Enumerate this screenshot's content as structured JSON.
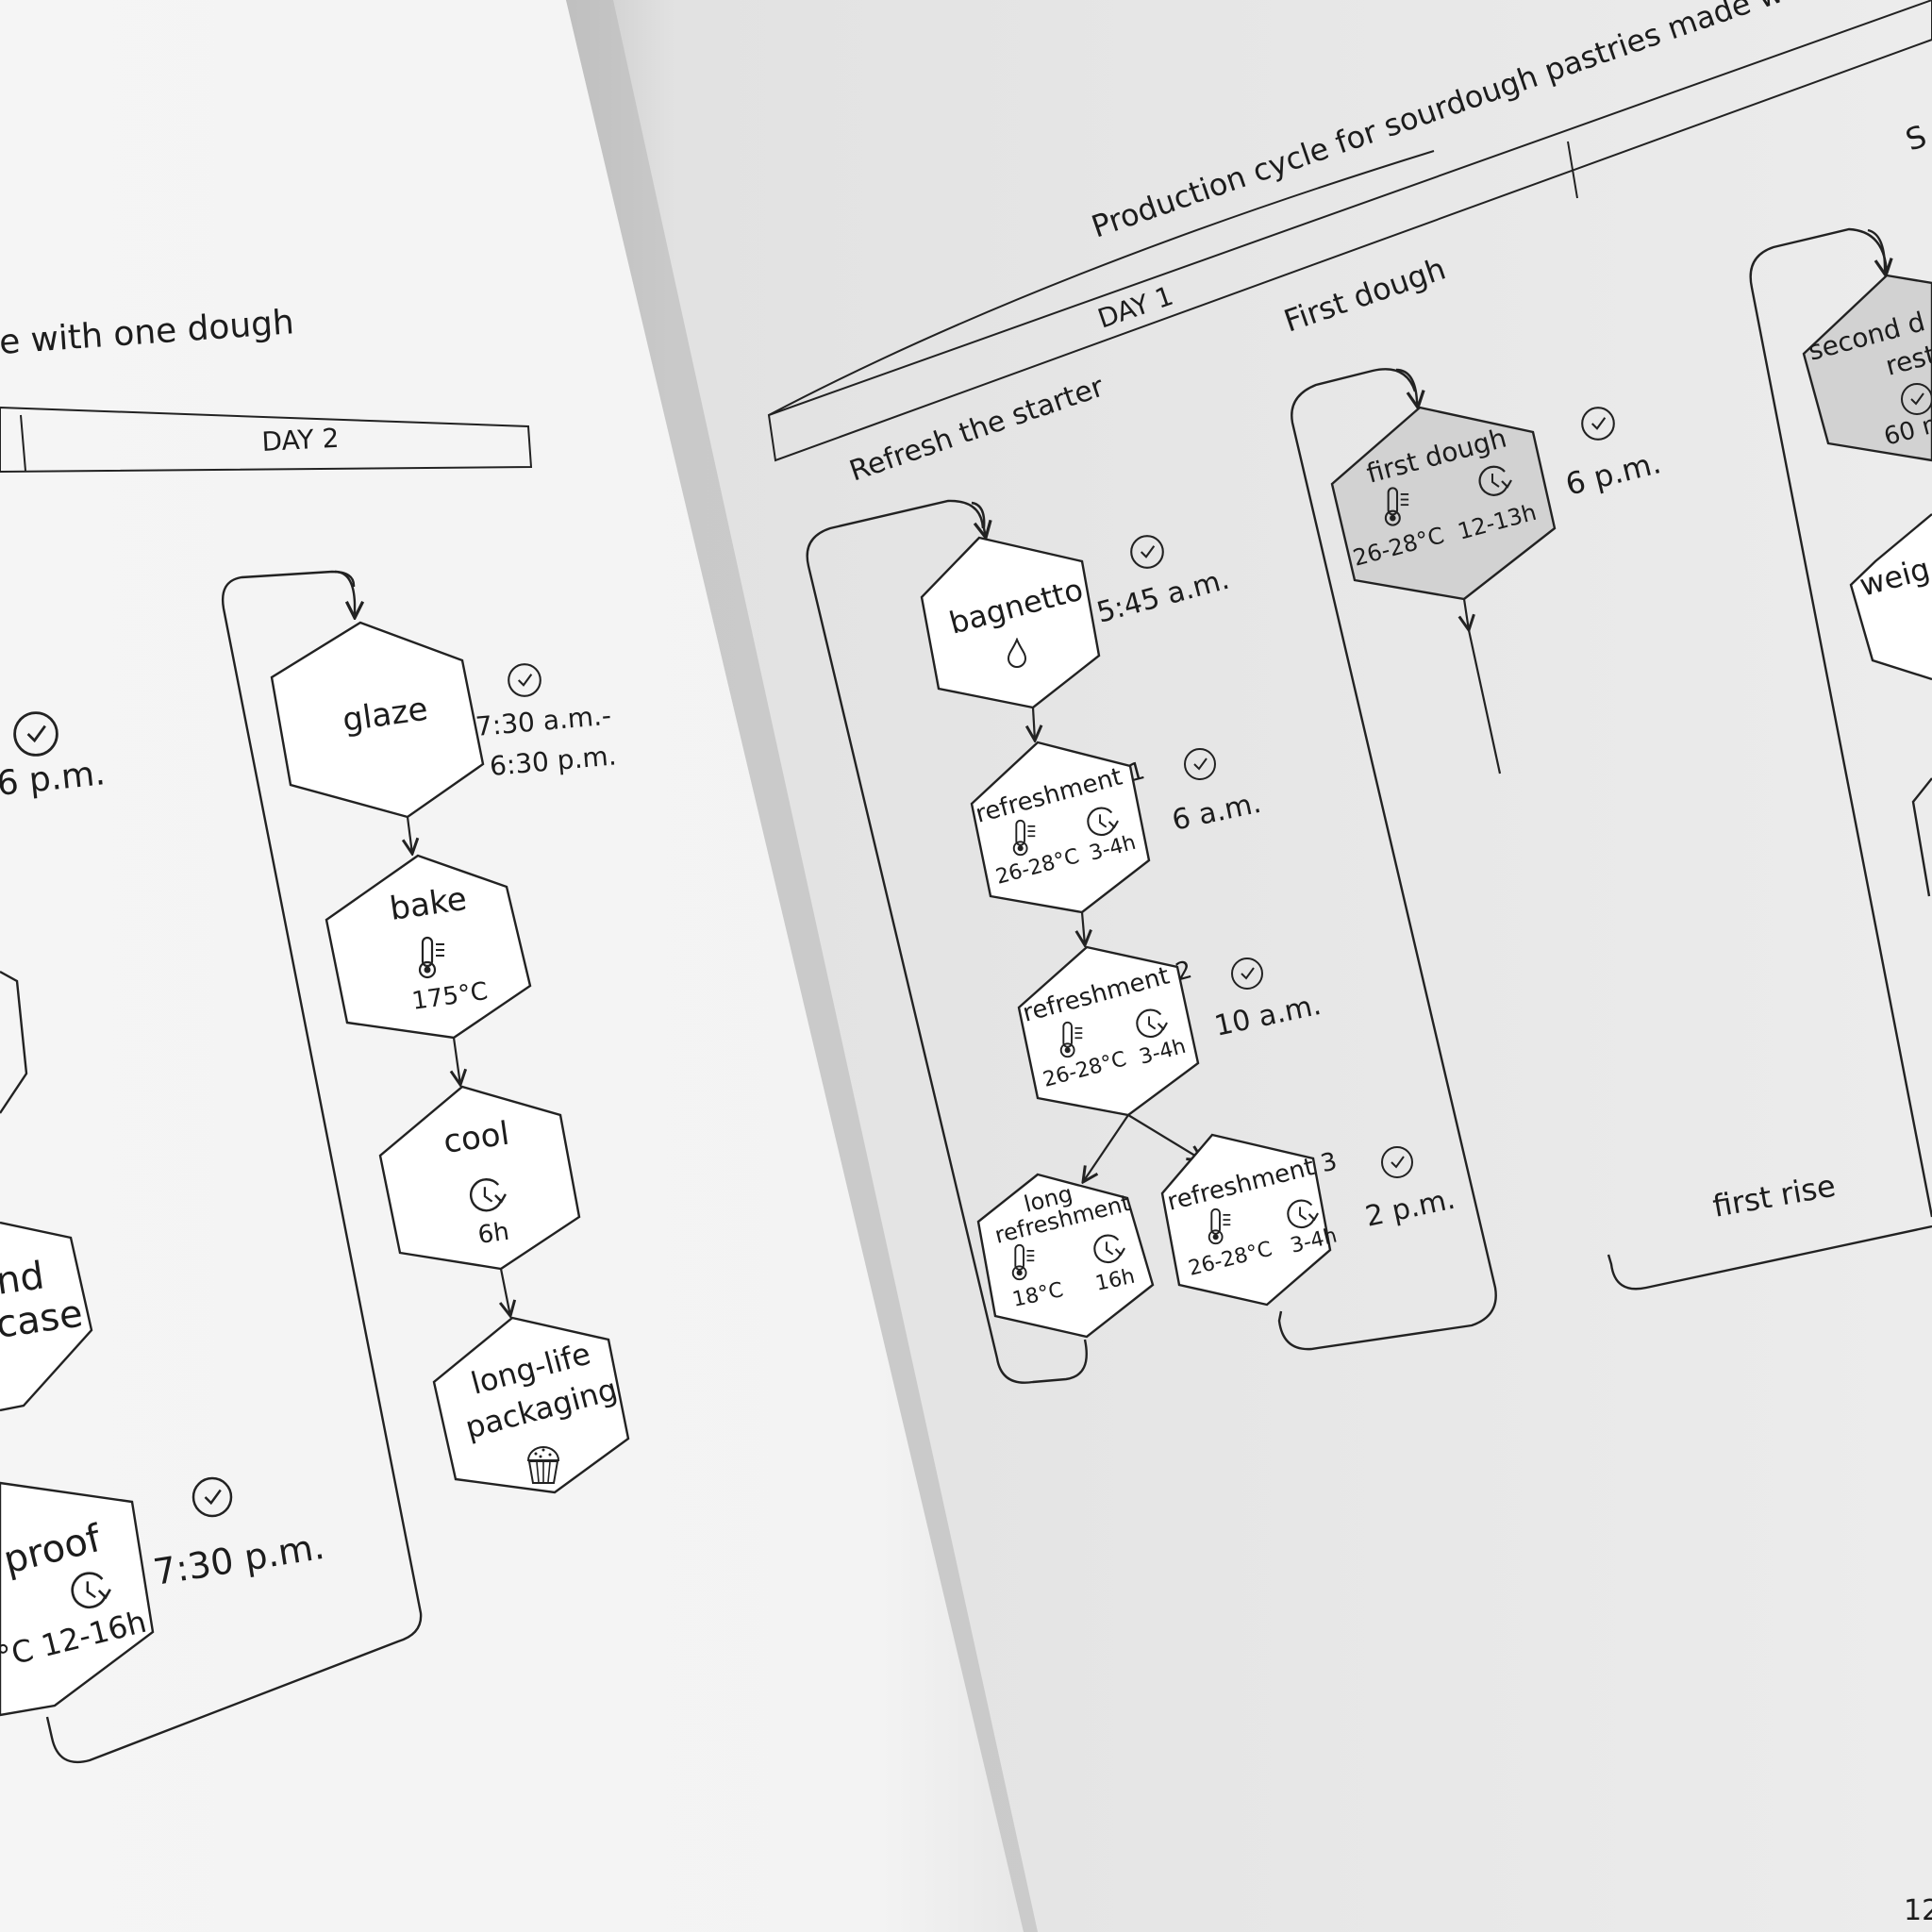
{
  "left_page": {
    "title_fragment": "e with one dough",
    "day_label": "DAY 2",
    "stray_time": "6 p.m.",
    "nodes": {
      "glaze": {
        "label": "glaze",
        "time_line1": "7:30 a.m.-",
        "time_line2": "6:30 p.m."
      },
      "bake": {
        "label": "bake",
        "temp": "175°C"
      },
      "cool": {
        "label": "cool",
        "duration": "6h"
      },
      "packaging": {
        "label_line1": "long-life",
        "label_line2": "packaging"
      },
      "case_partial": {
        "line1": "nd",
        "line2": "case"
      },
      "proof": {
        "label": "proof",
        "detail": "°C 12-16h",
        "time": "7:30 p.m."
      }
    }
  },
  "right_page": {
    "title": "Production cycle for sourdough pastries made with two",
    "day_label": "DAY 1",
    "header_partial": "S",
    "sections": {
      "refresh": "Refresh the starter",
      "first_dough": "First dough",
      "first_rise": "first rise"
    },
    "nodes": {
      "bagnetto": {
        "label": "bagnetto",
        "time": "5:45 a.m."
      },
      "refreshment1": {
        "label": "refreshment 1",
        "temp": "26-28°C",
        "duration": "3-4h",
        "time": "6 a.m."
      },
      "refreshment2": {
        "label": "refreshment 2",
        "temp": "26-28°C",
        "duration": "3-4h",
        "time": "10 a.m."
      },
      "long_refreshment": {
        "label_line1": "long",
        "label_line2": "refreshment",
        "temp": "18°C",
        "duration": "16h"
      },
      "refreshment3": {
        "label": "refreshment 3",
        "temp": "26-28°C",
        "duration": "3-4h",
        "time": "2 p.m."
      },
      "first_dough": {
        "label": "first dough",
        "temp": "26-28°C",
        "duration": "12-13h",
        "time": "6 p.m."
      },
      "second_partial": {
        "line1": "second d",
        "line2": "rest",
        "line3": "60 m"
      },
      "weigh_partial": {
        "label": "weig"
      }
    },
    "page_number": "12"
  }
}
